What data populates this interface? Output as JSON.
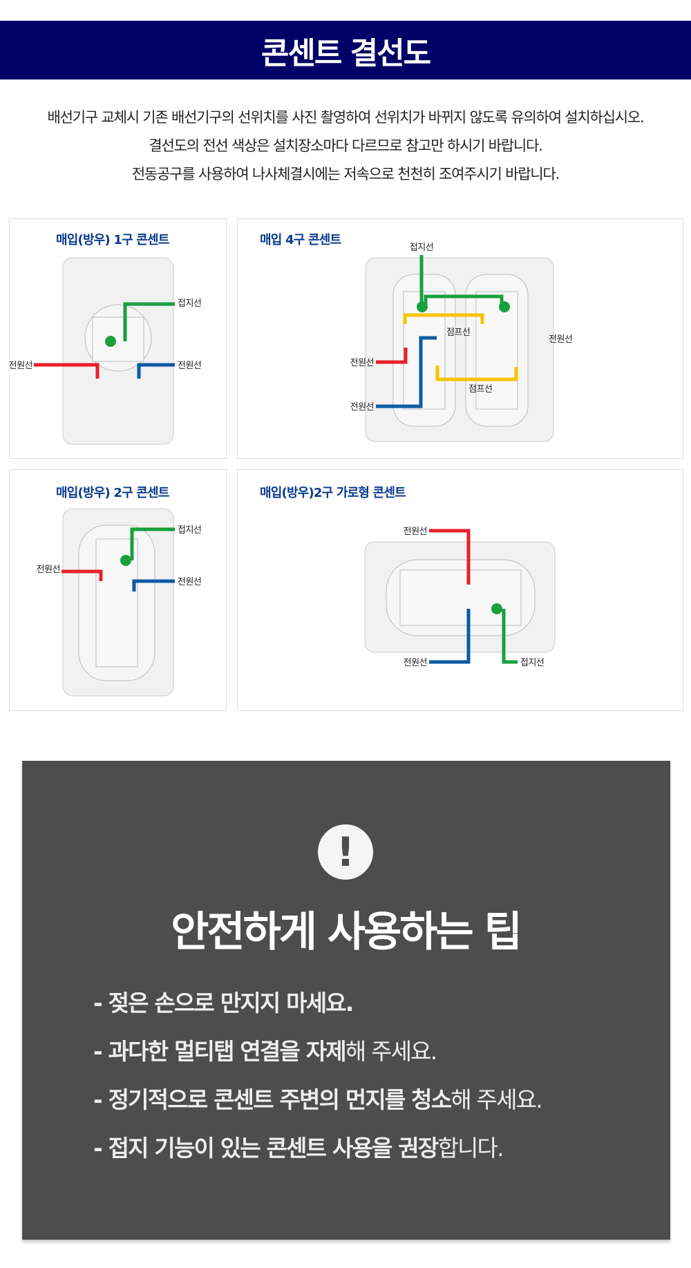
{
  "header": {
    "title": "콘센트 결선도"
  },
  "notes": [
    "배선기구 교체시 기존 배선기구의 선위치를 사진 촬영하여 선위치가 바뀌지 않도록 유의하여 설치하십시오.",
    "결선도의 전선 색상은 설치장소마다 다르므로 참고만 하시기 바랍니다.",
    "전동공구를 사용하여 나사체결시에는 저속으로 천천히 조여주시기 바랍니다."
  ],
  "wire_colors": {
    "power_red": "#e8202a",
    "power_blue": "#0b5aa5",
    "ground": "#18a03c",
    "jumper": "#f7c200"
  },
  "diagrams": [
    {
      "title": "매입(방우) 1구 콘센트",
      "labels": {
        "ground": "접지선",
        "power_left": "전원선",
        "power_right": "전원선"
      }
    },
    {
      "title": "매입 4구 콘센트",
      "labels": {
        "ground": "접지선",
        "jumper_top": "점프선",
        "jumper_bottom": "점프선",
        "power_red": "전원선",
        "power_blue": "전원선",
        "power_right": "전원선"
      }
    },
    {
      "title": "매입(방우) 2구 콘센트",
      "labels": {
        "ground": "접지선",
        "power_left": "전원선",
        "power_right": "전원선"
      }
    },
    {
      "title": "매입(방우)2구 가로형 콘센트",
      "labels": {
        "power_top": "전원선",
        "power_bottom": "전원선",
        "ground": "접지선"
      }
    }
  ],
  "tips": {
    "icon": "exclamation-icon",
    "icon_glyph": "!",
    "heading": "안전하게 사용하는 팁",
    "items": [
      {
        "bold": "- 젖은 손으로 만지지 마세요.",
        "regular": ""
      },
      {
        "bold": "- 과다한 멀티탭 연결을 자제",
        "regular": "해 주세요."
      },
      {
        "bold": "- 정기적으로 콘센트 주변의 먼지를 청소",
        "regular": "해 주세요."
      },
      {
        "bold": "- 접지 기능이 있는 콘센트 사용을 권장",
        "regular": "합니다."
      }
    ]
  }
}
